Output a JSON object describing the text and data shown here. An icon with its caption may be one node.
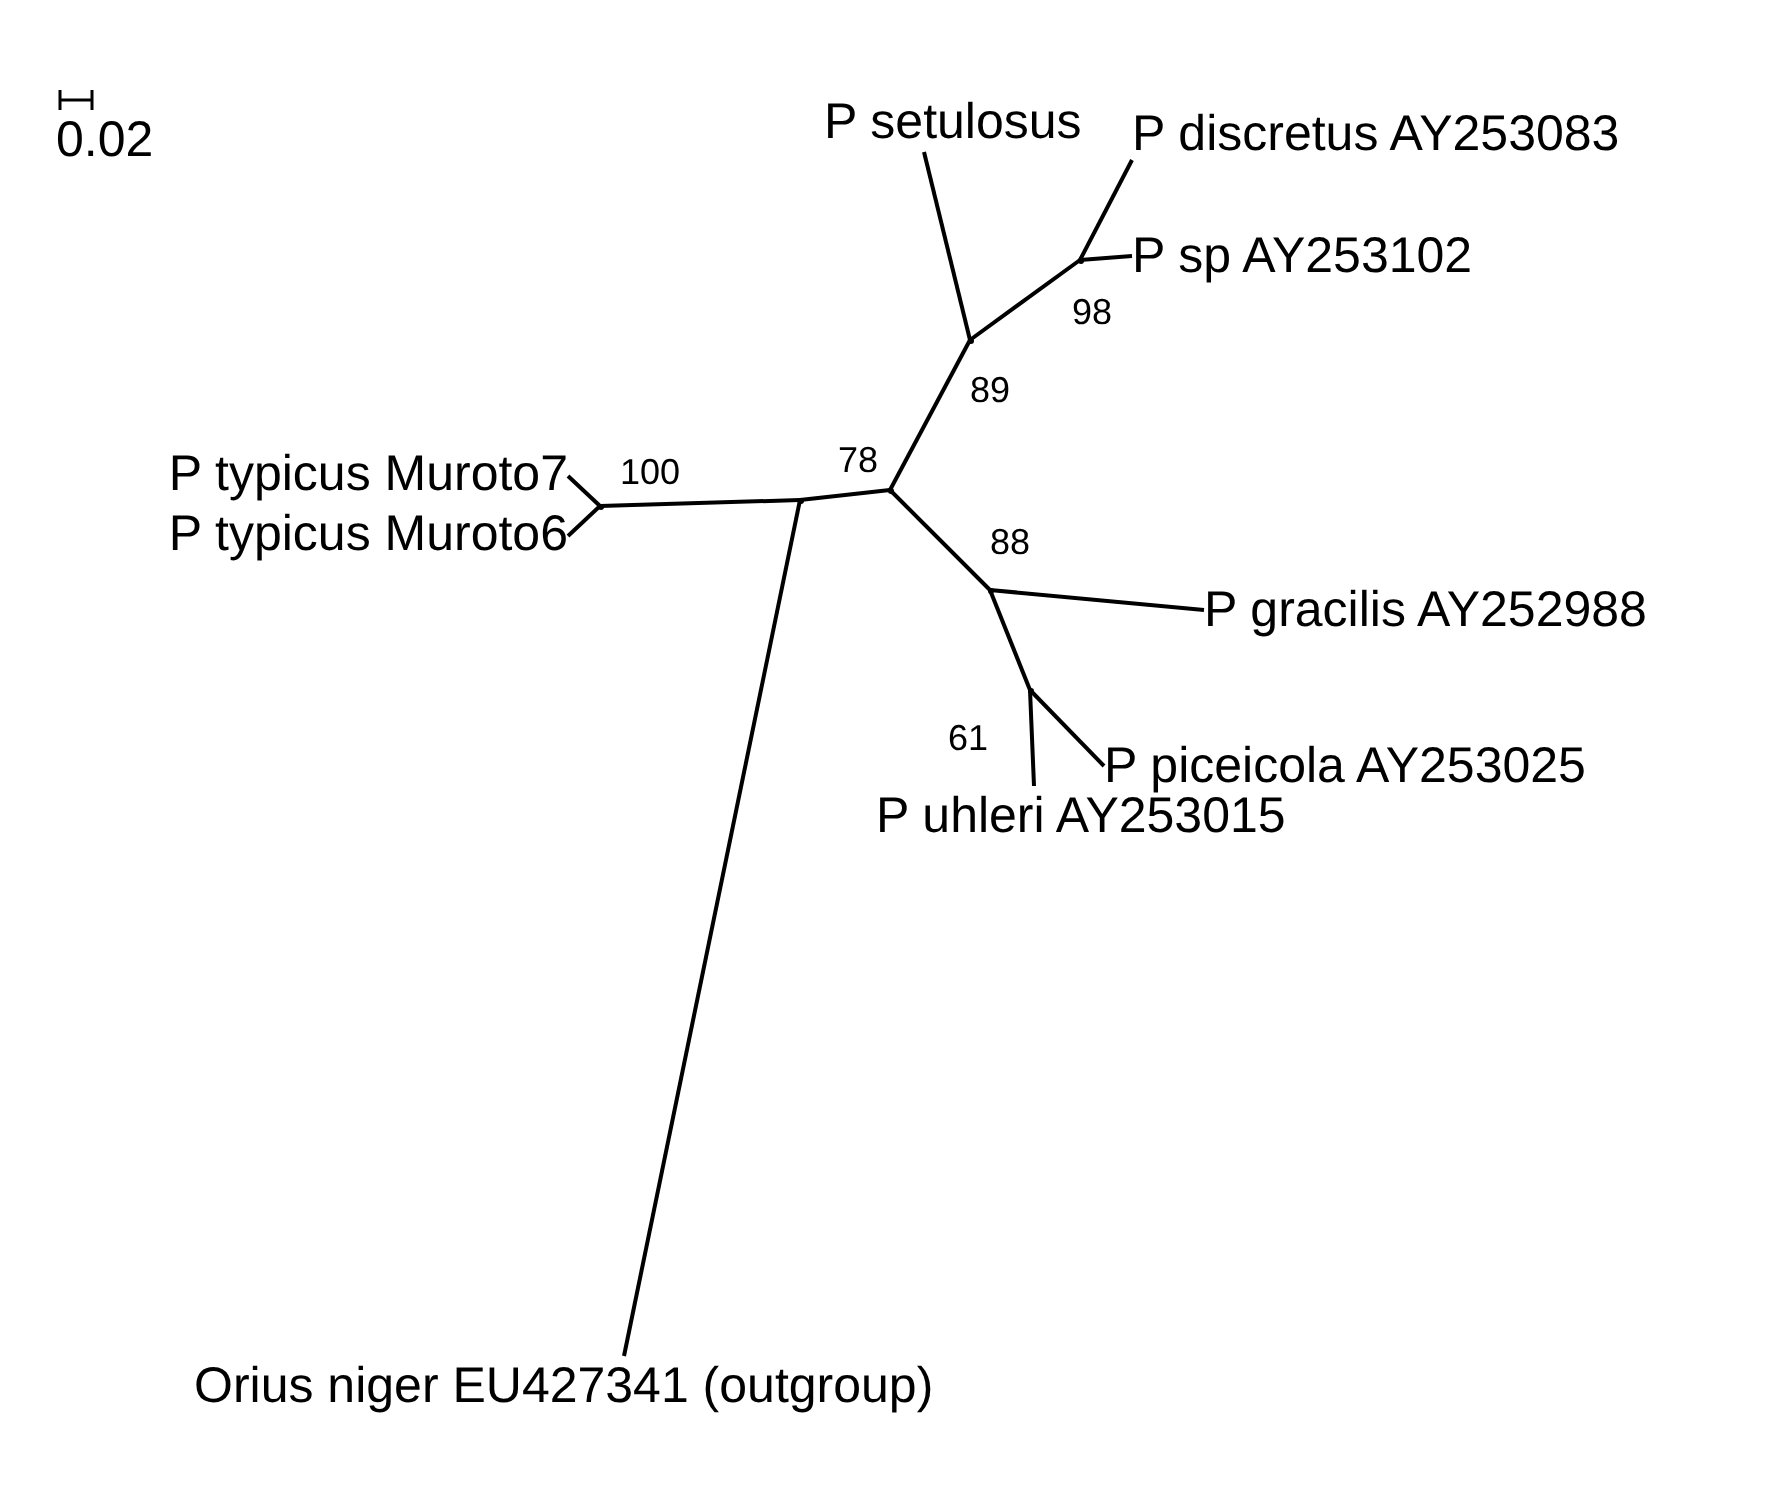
{
  "diagram": {
    "nodes": [
      {
        "text": [
          "P setulosus"
        ]
      },
      {
        "text": [
          "P discretus AY253083"
        ]
      },
      {
        "text": [
          "P sp AY253102"
        ]
      },
      {
        "text": [
          "P typicus Muroto7"
        ]
      },
      {
        "text": [
          "P typicus Muroto6"
        ]
      },
      {
        "text": [
          "P gracilis AY252988"
        ]
      },
      {
        "text": [
          "P piceicola AY253025"
        ]
      },
      {
        "text": [
          "P uhleri AY253015"
        ]
      },
      {
        "text": [
          "Orius niger EU427341 (outgroup)"
        ]
      },
      {
        "text": [],
        "shape": "point",
        "beside": [
          "100"
        ]
      },
      {
        "text": [],
        "shape": "point"
      },
      {
        "text": [],
        "shape": "point",
        "beside": [
          "78"
        ]
      },
      {
        "text": [],
        "shape": "point",
        "beside": [
          "89"
        ]
      },
      {
        "text": [],
        "shape": "point",
        "beside": [
          "98"
        ]
      },
      {
        "text": [],
        "shape": "point",
        "beside": [
          "88"
        ]
      },
      {
        "text": [],
        "shape": "point",
        "beside": [
          "61"
        ]
      }
    ],
    "edges": [
      {
        "from": 9,
        "to": 3,
        "arrow": "none"
      },
      {
        "from": 9,
        "to": 4,
        "arrow": "none"
      },
      {
        "from": 9,
        "to": 10,
        "arrow": "none"
      },
      {
        "from": 10,
        "to": 8,
        "arrow": "none"
      },
      {
        "from": 10,
        "to": 11,
        "arrow": "none"
      },
      {
        "from": 11,
        "to": 12,
        "arrow": "none"
      },
      {
        "from": 12,
        "to": 0,
        "arrow": "none"
      },
      {
        "from": 12,
        "to": 13,
        "arrow": "none"
      },
      {
        "from": 13,
        "to": 1,
        "arrow": "none"
      },
      {
        "from": 13,
        "to": 2,
        "arrow": "none"
      },
      {
        "from": 11,
        "to": 14,
        "arrow": "none"
      },
      {
        "from": 14,
        "to": 5,
        "arrow": "none"
      },
      {
        "from": 14,
        "to": 15,
        "arrow": "none"
      },
      {
        "from": 15,
        "to": 6,
        "arrow": "none"
      },
      {
        "from": 15,
        "to": 7,
        "arrow": "none"
      }
    ],
    "labels": [
      "0.02"
    ]
  }
}
